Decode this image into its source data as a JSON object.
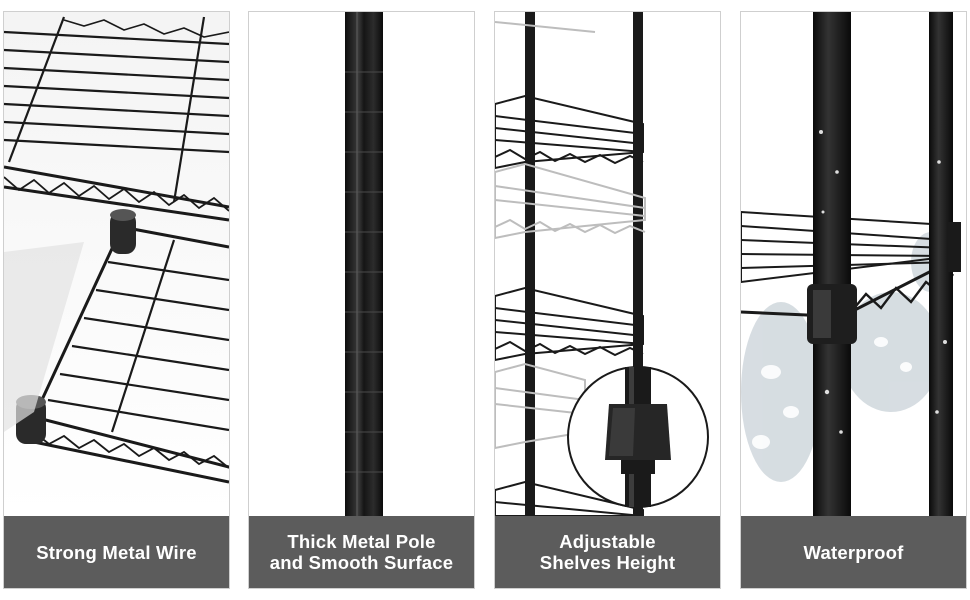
{
  "panels": [
    {
      "name": "strong-metal-wire",
      "caption": [
        "Strong Metal Wire"
      ]
    },
    {
      "name": "thick-metal-pole",
      "caption": [
        "Thick Metal Pole",
        "and Smooth Surface"
      ]
    },
    {
      "name": "adjustable-shelves",
      "caption": [
        "Adjustable",
        "Shelves Height"
      ]
    },
    {
      "name": "waterproof",
      "caption": [
        "Waterproof"
      ]
    }
  ],
  "colors": {
    "caption_bg": "#5c5c5c",
    "caption_text": "#ffffff",
    "metal": "#1a1a1a",
    "background": "#ffffff"
  }
}
